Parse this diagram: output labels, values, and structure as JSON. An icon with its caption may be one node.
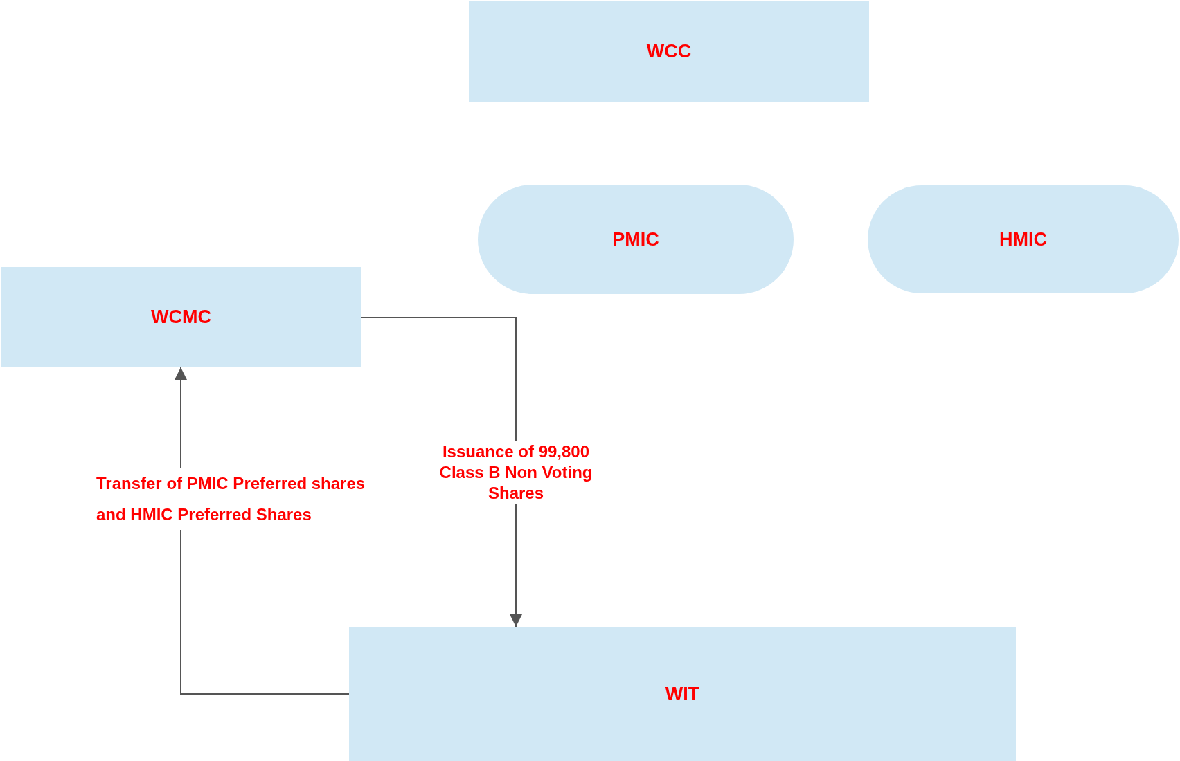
{
  "diagram": {
    "nodes": [
      {
        "text": [
          "WCC"
        ]
      },
      {
        "text": [
          "PMIC"
        ]
      },
      {
        "text": [
          "HMIC"
        ]
      },
      {
        "text": [
          "WCMC"
        ]
      },
      {
        "text": [
          "WIT"
        ]
      }
    ],
    "edges": [
      {
        "from": 3,
        "to": 4,
        "arrow": "to",
        "label": "Issuance of 99,800 Class B Non Voting Shares"
      },
      {
        "from": 4,
        "to": 3,
        "arrow": "to",
        "label": "Transfer of PMIC Preferred shares and HMIC Preferred Shares"
      }
    ]
  }
}
